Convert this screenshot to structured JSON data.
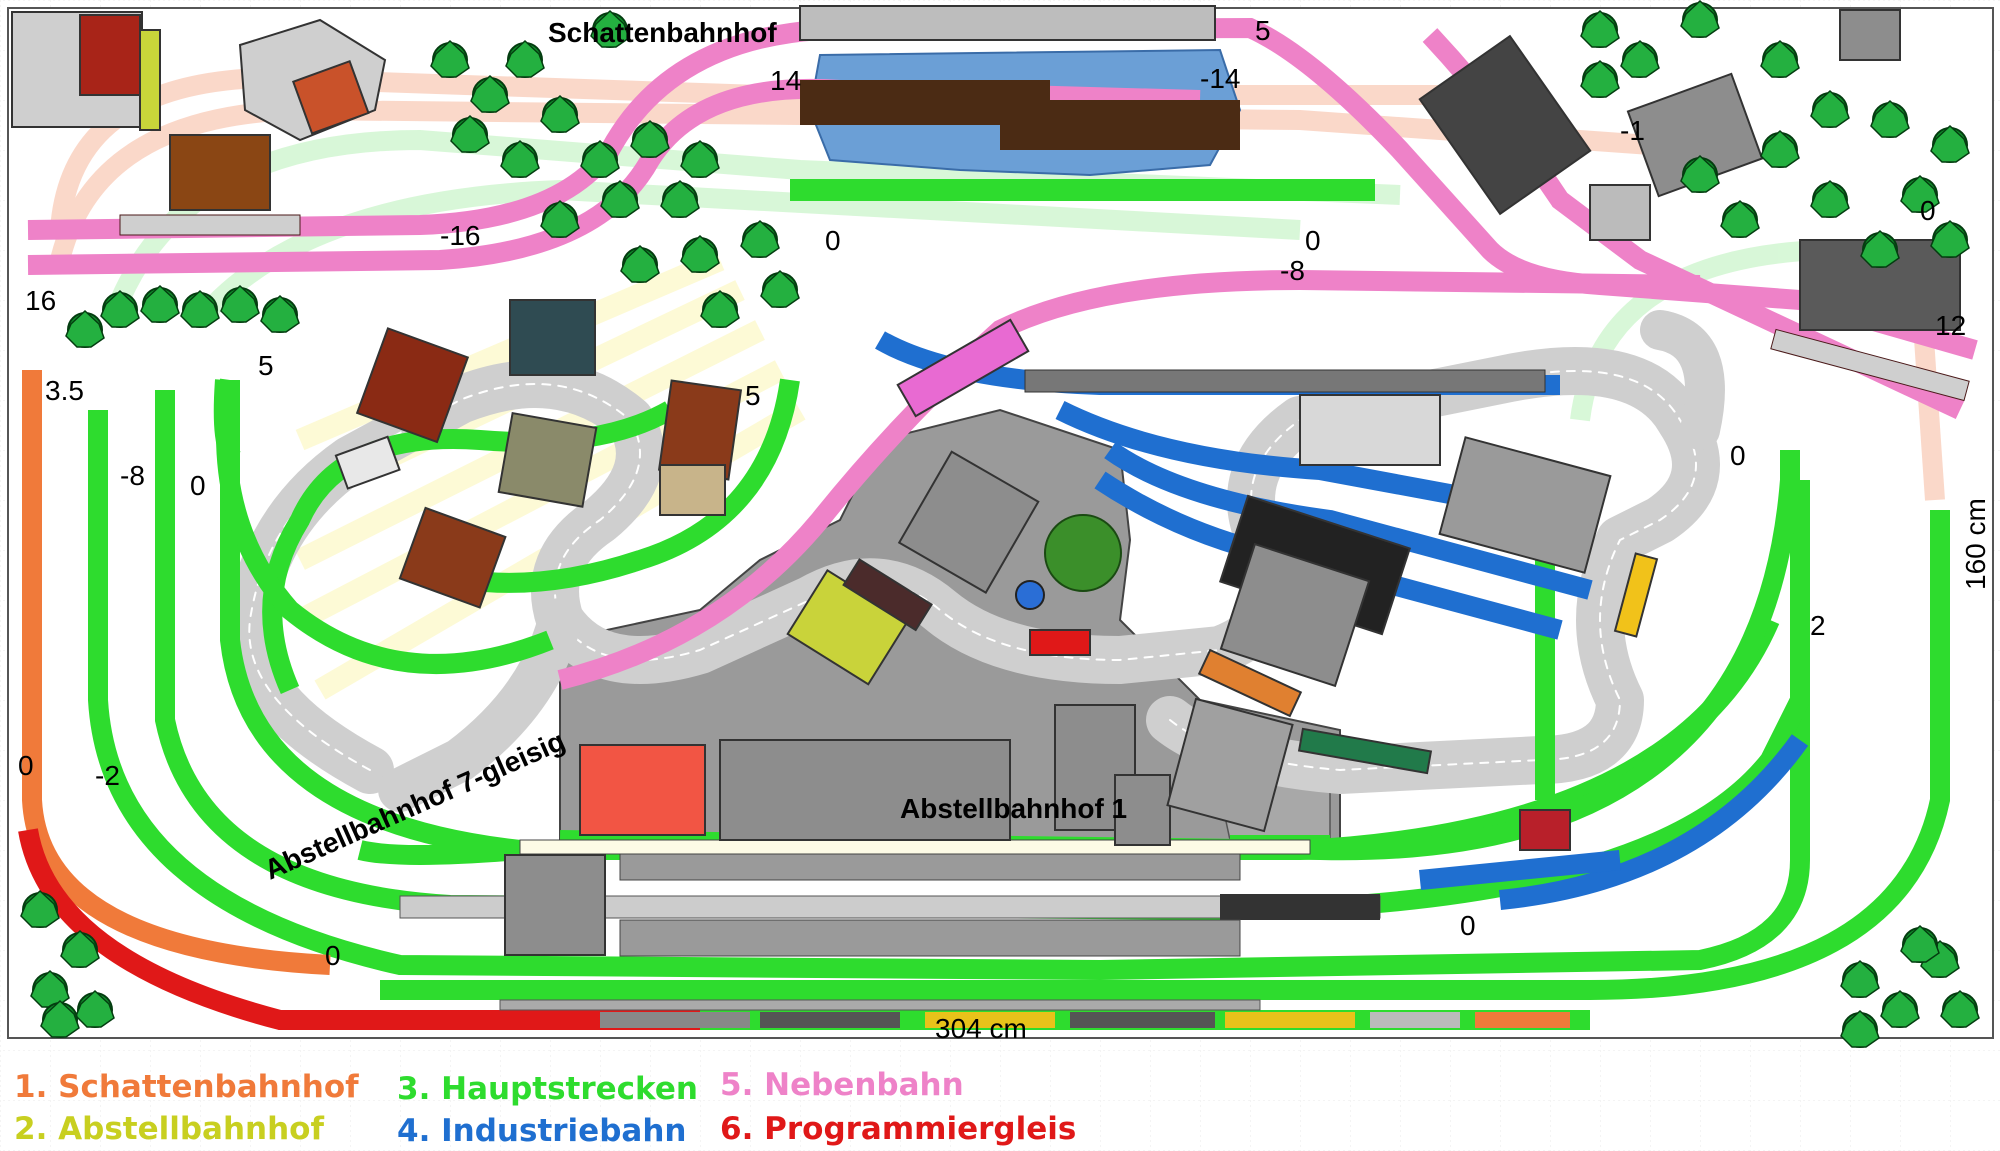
{
  "legend": [
    {
      "label": "1. Schattenbahnhof",
      "color": "#f07a3a"
    },
    {
      "label": "2. Abstellbahnhof",
      "color": "#c8cf20"
    },
    {
      "label": "3. Hauptstrecken",
      "color": "#2edc2e"
    },
    {
      "label": "4. Industriebahn",
      "color": "#1f6fd0"
    },
    {
      "label": "5. Nebenbahn",
      "color": "#ee82c8"
    },
    {
      "label": "6. Programmiergleis",
      "color": "#e01818"
    }
  ],
  "dimensions": {
    "width_label": "304 cm",
    "height_label": "160 cm"
  },
  "track_text": {
    "schatten": "Schattenbahnhof",
    "abstell": "Abstellbahnhof 1",
    "rotated": "Abstellbahnhof 7-gleisig"
  },
  "heights": [
    "14",
    "-14",
    "5",
    "16",
    "-16",
    "0",
    "0",
    "-8",
    "12",
    "3.5",
    "5",
    "5",
    "-8",
    "0",
    "0",
    "2",
    "0",
    "0",
    "-2",
    "0",
    "0",
    "-1"
  ],
  "colors": {
    "orange": "#f07a3a",
    "yellow": "#f2f080",
    "green": "#2edc2e",
    "blue": "#1f6fd0",
    "pink": "#ee82c8",
    "red": "#e01818",
    "road": "#cccccc",
    "plaza": "#9a9a9a",
    "water": "#6b9fd6",
    "tree": "#0f8f2a"
  }
}
